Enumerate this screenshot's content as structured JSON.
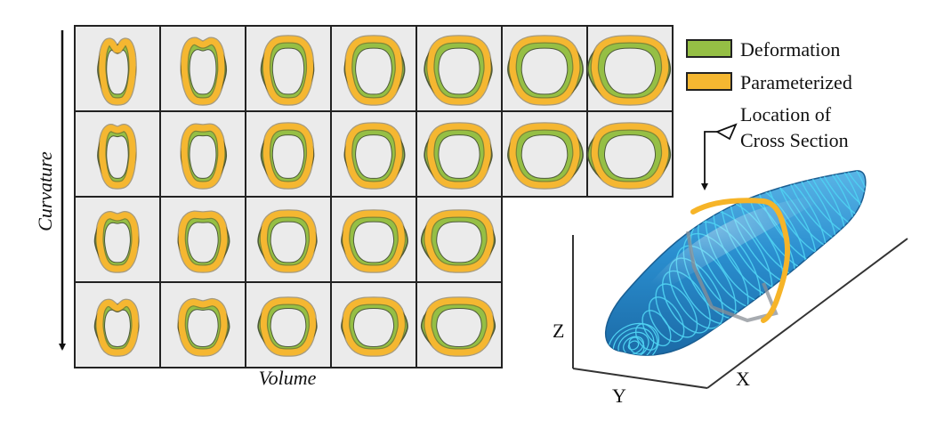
{
  "figure": {
    "grid": {
      "row_label": "Curvature",
      "col_label": "Volume",
      "rows": [
        7,
        7,
        5,
        5
      ]
    },
    "legend": {
      "items": [
        {
          "label": "Deformation",
          "color": "#8fb83c"
        },
        {
          "label": "Parameterized",
          "color": "#f4b432"
        }
      ],
      "callout_line1": "Location of",
      "callout_line2": "Cross Section"
    },
    "axes3d": {
      "z": "Z",
      "y": "Y",
      "x": "X"
    },
    "colors": {
      "cell_bg": "#ebebeb",
      "cell_border": "#222222",
      "deformation_fill": "#95bf45",
      "deformation_edge": "#4d5a3a",
      "parameterized_stroke": "#f5b731",
      "body_fill": "#2a8ecf",
      "contour": "#4fd2f2",
      "ring": "#f6b428"
    }
  }
}
